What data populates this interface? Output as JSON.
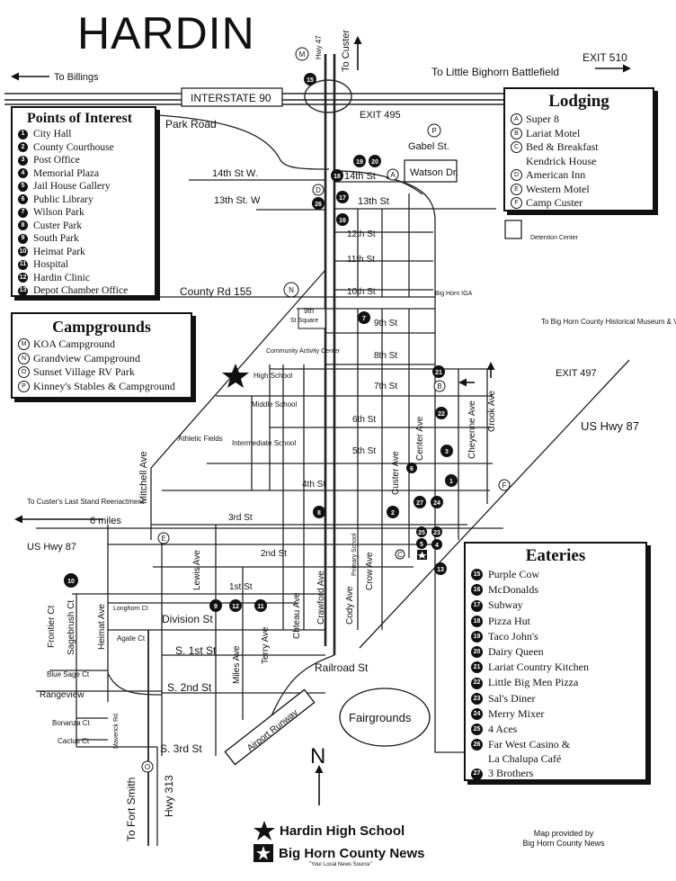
{
  "title": "HARDIN",
  "poi": {
    "heading": "Points of Interest",
    "items": [
      {
        "n": "1",
        "name": "City Hall"
      },
      {
        "n": "2",
        "name": "County Courthouse"
      },
      {
        "n": "3",
        "name": "Post Office"
      },
      {
        "n": "4",
        "name": "Memorial Plaza"
      },
      {
        "n": "5",
        "name": "Jail House Gallery"
      },
      {
        "n": "6",
        "name": "Public Library"
      },
      {
        "n": "7",
        "name": "Wilson Park"
      },
      {
        "n": "8",
        "name": "Custer Park"
      },
      {
        "n": "9",
        "name": "South Park"
      },
      {
        "n": "10",
        "name": "Heimat Park"
      },
      {
        "n": "11",
        "name": "Hospital"
      },
      {
        "n": "12",
        "name": "Hardin Clinic"
      },
      {
        "n": "13",
        "name": "Depot Chamber Office"
      }
    ]
  },
  "campgrounds": {
    "heading": "Campgrounds",
    "items": [
      {
        "c": "M",
        "name": "KOA Campground"
      },
      {
        "c": "N",
        "name": "Grandview Campground"
      },
      {
        "c": "O",
        "name": "Sunset Village RV Park"
      },
      {
        "c": "P",
        "name": "Kinney's Stables & Campground"
      }
    ]
  },
  "lodging": {
    "heading": "Lodging",
    "items": [
      {
        "c": "A",
        "name": "Super 8"
      },
      {
        "c": "B",
        "name": "Lariat Motel"
      },
      {
        "c": "C",
        "name": "Bed & Breakfast",
        "sub": "Kendrick House"
      },
      {
        "c": "D",
        "name": "American Inn"
      },
      {
        "c": "E",
        "name": "Western Motel"
      },
      {
        "c": "F",
        "name": "Camp Custer"
      }
    ]
  },
  "eateries": {
    "heading": "Eateries",
    "items": [
      {
        "n": "15",
        "name": "Purple Cow"
      },
      {
        "n": "16",
        "name": "McDonalds"
      },
      {
        "n": "17",
        "name": "Subway"
      },
      {
        "n": "18",
        "name": "Pizza Hut"
      },
      {
        "n": "19",
        "name": "Taco John's"
      },
      {
        "n": "20",
        "name": "Dairy Queen"
      },
      {
        "n": "21",
        "name": "Lariat Country Kitchen"
      },
      {
        "n": "22",
        "name": "Little Big Men Pizza"
      },
      {
        "n": "23",
        "name": "Sal's Diner"
      },
      {
        "n": "24",
        "name": "Merry Mixer"
      },
      {
        "n": "25",
        "name": "4 Aces"
      },
      {
        "n": "26",
        "name": "Far West Casino &",
        "sub": "La Chalupa Café"
      },
      {
        "n": "27",
        "name": "3 Brothers"
      }
    ]
  },
  "labels": {
    "to_billings": "To Billings",
    "to_custer": "To Custer",
    "hwy47": "Hwy 47",
    "exit510": "EXIT 510",
    "to_lbb": "To Little Bighorn Battlefield",
    "interstate": "INTERSTATE 90",
    "exit495": "EXIT 495",
    "park_road": "Park Road",
    "gabel": "Gabel St.",
    "watson": "Watson Dr.",
    "st14w": "14th St W.",
    "st13w": "13th St. W",
    "st14": "14th St",
    "st13": "13th St",
    "st12": "12th St",
    "st11": "11th St",
    "st10": "10th St",
    "st9": "9th St",
    "st8": "8th St",
    "st7": "7th St",
    "st6": "6th St",
    "st5": "5th St",
    "st4": "4th St",
    "st3": "3rd St",
    "st2": "2nd St",
    "st1": "1st St",
    "detention": "Detention Center",
    "bighorn_iga": "Big Horn IGA",
    "county_rd": "County Rd 155",
    "ninth_sq_a": "9th",
    "ninth_sq_b": "St Square",
    "community": "Community Activity Center",
    "museum": "To Big Horn County Historical Museum & Vistor Center",
    "exit497": "EXIT 497",
    "us_hwy87_ne": "US Hwy 87",
    "high_school": "High School",
    "middle_school": "Middle School",
    "intermediate": "Intermediate School",
    "athletic": "Athletic Fields",
    "mitchell": "Mitchell Ave",
    "custer_ave": "Custer Ave",
    "center_ave": "Center Ave",
    "cheyenne": "Cheyenne Ave",
    "crook": "Crook Ave",
    "to_last_stand": "To Custer's Last Stand Reenactment",
    "six_miles": "6 miles",
    "us_hwy87_w": "US Hwy 87",
    "primary": "Primary School",
    "lewis": "Lewis Ave",
    "crawford": "Crawford Ave",
    "chateau": "Chteau Ave",
    "cody": "Cody Ave",
    "crow": "Crow Ave",
    "frontier": "Frontier Ct",
    "sagebrush": "Sagebrush Ct",
    "heimat_ave": "Heimat Ave",
    "longhorn": "Longhorn Ct",
    "agate": "Agate Ct",
    "division": "Division St",
    "s1st": "S. 1st St",
    "miles_ave": "Miles Ave",
    "terry": "Terry Ave",
    "blue_sage": "Blue Sage Ct",
    "rangeview": "Rangeview",
    "s2nd": "S. 2nd St",
    "railroad": "Railroad St",
    "bonanza": "Bonanza Ct",
    "maverick": "Maverick Rd",
    "cactus": "Cactus Ct",
    "airport": "Airport Runway",
    "fairgrounds": "Fairgrounds",
    "s3rd": "S. 3rd St",
    "north": "N",
    "to_fort_smith": "To Fort Smith",
    "hwy313": "Hwy 313"
  },
  "footer": {
    "hhs": "Hardin High School",
    "news": "Big Horn County News",
    "tagline": "\"Your Local News Source\"",
    "credit1": "Map provided by",
    "credit2": "Big Horn County News"
  }
}
